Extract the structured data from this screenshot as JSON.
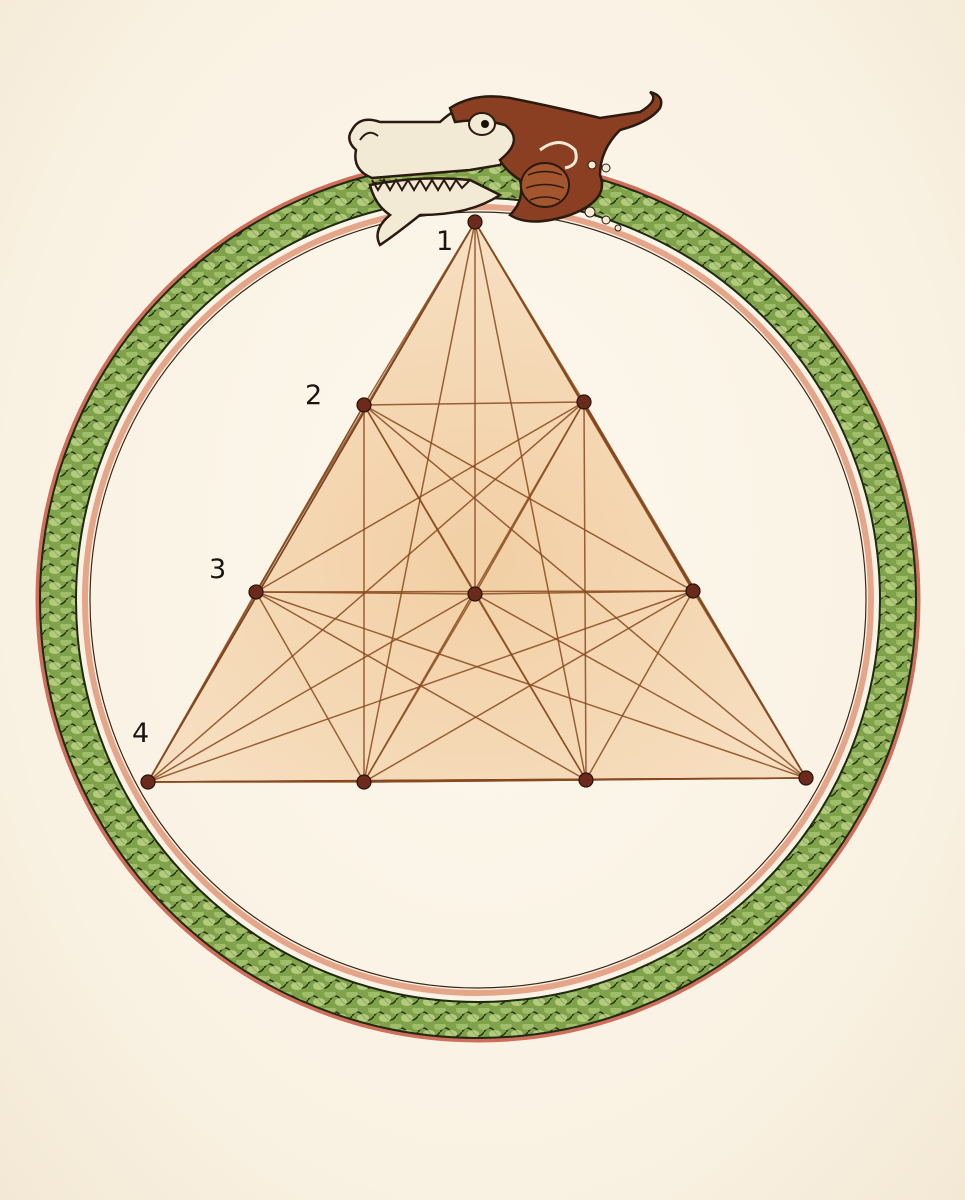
{
  "row_labels": [
    "1",
    "2",
    "3",
    "4"
  ],
  "colors": {
    "paper": "#fbf4e6",
    "serpent_green": "#7fa24a",
    "serpent_scale_light": "#c4d98c",
    "serpent_outline": "#1f2a12",
    "serpent_red_border": "#cf6e5a",
    "triangle_fill": "#f3d3ac",
    "line_brown": "#8a4a1e",
    "dot": "#6b2a1c",
    "head_brown": "#8b3f22",
    "jaw_cream": "#f3ead6"
  },
  "icons": {
    "serpent": "ouroboros-serpent",
    "head": "dragon-head"
  }
}
